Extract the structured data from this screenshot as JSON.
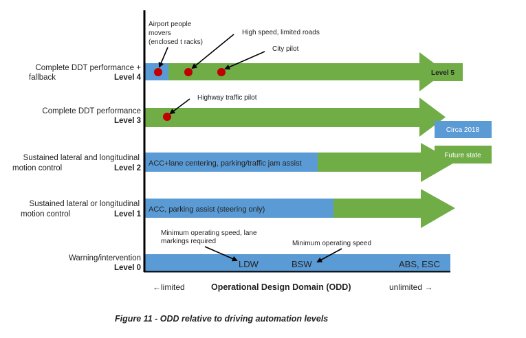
{
  "caption": "Figure 11 - ODD relative to driving automation levels",
  "colors": {
    "current": "#5b9bd5",
    "future": "#70ad47",
    "marker": "#c00000",
    "axis": "#000000"
  },
  "levels": [
    {
      "id": "level4",
      "desc_lines": [
        "Complete DDT performance +",
        "fallback"
      ],
      "level_label": "Level 4",
      "current_fraction": 0.08,
      "bar_text": "",
      "arrow": true
    },
    {
      "id": "level3",
      "desc_lines": [
        "Complete DDT performance"
      ],
      "level_label": "Level 3",
      "current_fraction": 0.0,
      "bar_text": "",
      "arrow": true
    },
    {
      "id": "level2",
      "desc_lines": [
        "Sustained lateral and longitudinal",
        "motion control"
      ],
      "level_label": "Level 2",
      "current_fraction": 0.63,
      "bar_text": "ACC+lane centering, parking/traffic jam assist",
      "arrow": true
    },
    {
      "id": "level1",
      "desc_lines": [
        "Sustained lateral or longitudinal",
        "motion control"
      ],
      "level_label": "Level 1",
      "current_fraction": 0.69,
      "bar_text": "ACC, parking assist (steering only)",
      "arrow": true
    },
    {
      "id": "level0",
      "desc_lines": [
        "Warning/intervention"
      ],
      "level_label": "Level 0",
      "current_fraction": 1.0,
      "bar_text": "",
      "arrow": false
    }
  ],
  "level0_items": [
    "LDW",
    "BSW",
    "ABS, ESC"
  ],
  "annotations": [
    {
      "id": "airport",
      "lines": [
        "Airport people",
        "movers",
        "(enclosed t racks)"
      ]
    },
    {
      "id": "highspeed",
      "lines": [
        "High speed, limited roads"
      ]
    },
    {
      "id": "city",
      "lines": [
        "City pilot"
      ]
    },
    {
      "id": "highway",
      "lines": [
        "Highway traffic pilot"
      ]
    },
    {
      "id": "ldw",
      "lines": [
        "Minimum operating speed, lane",
        "markings required"
      ]
    },
    {
      "id": "bsw",
      "lines": [
        "Minimum operating speed"
      ]
    }
  ],
  "level5_label": "Level 5",
  "legend": [
    {
      "label": "Circa 2018",
      "color": "#5b9bd5"
    },
    {
      "label": "Future state",
      "color": "#70ad47"
    }
  ],
  "axis": {
    "left_label": "←limited",
    "title": "Operational Design Domain (ODD)",
    "right_label": "unlimited →"
  }
}
